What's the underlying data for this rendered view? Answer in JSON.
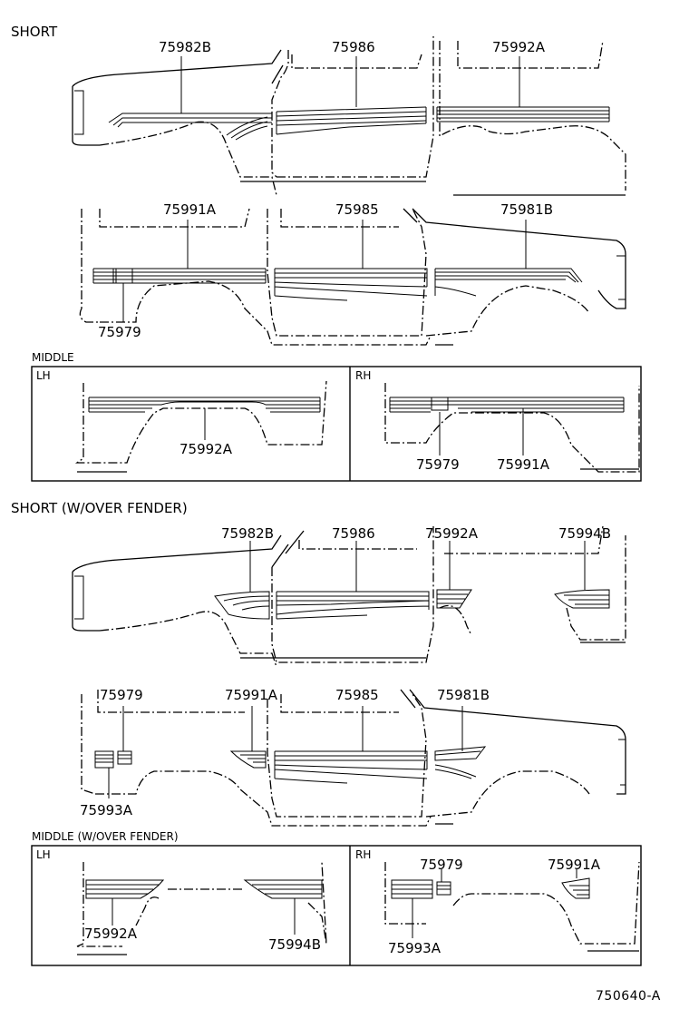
{
  "sections": {
    "short": "SHORT",
    "middle": "MIDDLE",
    "short_over_fender": "SHORT (W/OVER FENDER)",
    "middle_over_fender": "MIDDLE (W/OVER FENDER)"
  },
  "sides": {
    "lh": "LH",
    "rh": "RH"
  },
  "parts": {
    "p1": "75982B",
    "p2": "75986",
    "p3": "75992A",
    "p4": "75991A",
    "p5": "75985",
    "p6": "75981B",
    "p7": "75979",
    "p8": "75992A",
    "p9": "75979",
    "p10": "75991A",
    "p11": "75982B",
    "p12": "75986",
    "p13": "75992A",
    "p14": "75994B",
    "p15": "75979",
    "p16": "75991A",
    "p17": "75985",
    "p18": "75981B",
    "p19": "75993A",
    "p20": "75992A",
    "p21": "75994B",
    "p22": "75979",
    "p23": "75991A",
    "p24": "75993A"
  },
  "figure_code": "750640-A"
}
